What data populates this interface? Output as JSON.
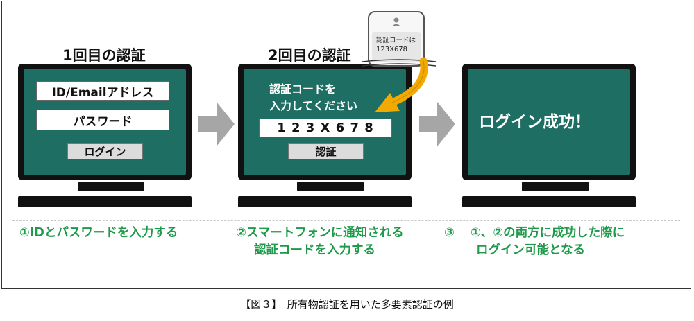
{
  "step1": {
    "title": "1回目の認証",
    "id_field": "ID/Emailアドレス",
    "password_field": "パスワード",
    "login_button": "ログイン"
  },
  "step2": {
    "title": "2回目の認証",
    "prompt_line1": "認証コードを",
    "prompt_line2": "入力してください",
    "code_value": "1 2 3 X 6 7 8",
    "auth_button": "認証"
  },
  "phone": {
    "message_line1": "認証コードは",
    "message_line2": "123X678"
  },
  "step3": {
    "message": "ログイン成功！"
  },
  "captions": {
    "c1": "①IDとパスワードを入力する",
    "c2_line1": "②スマートフォンに通知される",
    "c2_line2": "認証コードを入力する",
    "c3_num": "③",
    "c3_line1": "①、②の両方に成功した際に",
    "c3_line2": "ログイン可能となる"
  },
  "figure_caption": "【図３】　所有物認証を用いた多要素認証の例",
  "colors": {
    "screen": "#1f6e63",
    "caption_green": "#1e9a4a",
    "arrow_orange": "#f2a900",
    "step_arrow_gray": "#a6a6a6"
  }
}
